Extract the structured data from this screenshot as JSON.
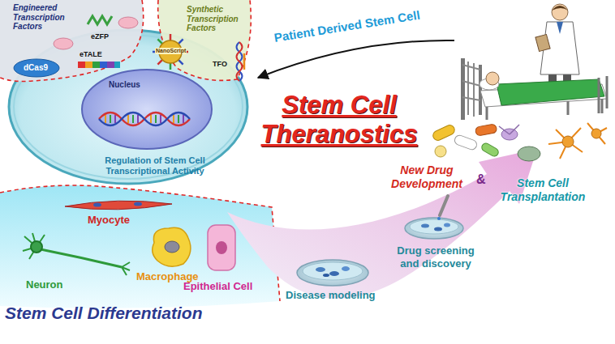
{
  "diagram": {
    "title": "Stem Cell Theranostics",
    "nodes": [
      {
        "text": [
          "Regulation of Stem Cell Transcriptional Activity"
        ]
      },
      {
        "text": [
          "Nucleus"
        ],
        "in": 0
      }
    ],
    "labels": [
      "Engineered Transcription Factors",
      "eZFP",
      "dCas9",
      "eTALE",
      "Synthetic Transcription Factors",
      "NanoScript",
      "TFO",
      "Patient Derived Stem Cell",
      "Myocyte",
      "Neuron",
      "Macrophage",
      "Epithelial Cell",
      "Stem Cell Differentiation",
      "Disease modeling",
      "Drug screening and discovery",
      "New Drug Development",
      "&",
      "Stem Cell Transplantation"
    ]
  }
}
